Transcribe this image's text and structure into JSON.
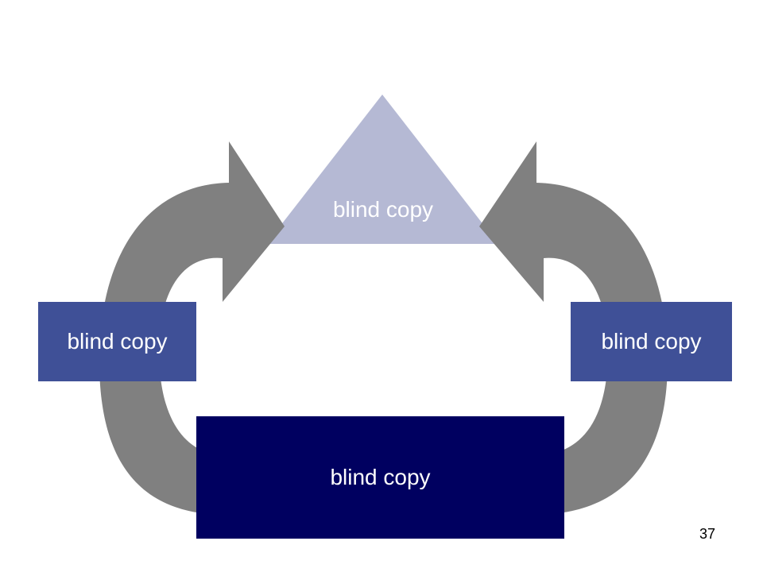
{
  "diagram": {
    "top_label": "blind copy",
    "left_label": "blind copy",
    "right_label": "blind copy",
    "bottom_label": "blind copy"
  },
  "colors": {
    "triangle": "#b5b9d4",
    "side_boxes": "#3f5097",
    "bottom_box": "#000060",
    "arrows": "#808080"
  },
  "page_number": "37"
}
